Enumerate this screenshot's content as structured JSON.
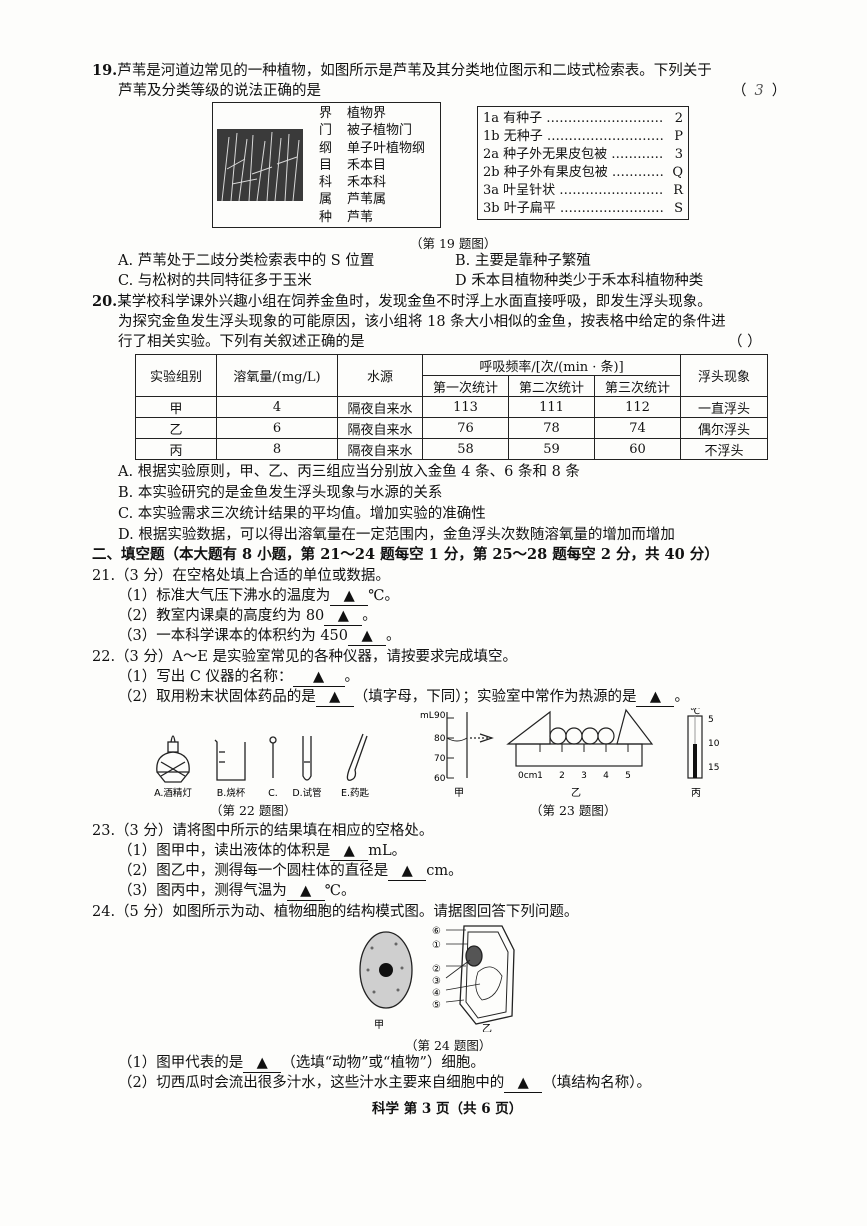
{
  "q19": {
    "num": "19.",
    "line1": "芦苇是河道边常见的一种植物，如图所示是芦苇及其分类地位图示和二歧式检索表。下列关于",
    "line2": "芦苇及分类等级的说法正确的是",
    "paren": "（",
    "paren_answer": "3",
    "paren_close": "）",
    "taxonomy": [
      {
        "rank": "界",
        "name": "植物界"
      },
      {
        "rank": "门",
        "name": "被子植物门"
      },
      {
        "rank": "纲",
        "name": "单子叶植物纲"
      },
      {
        "rank": "目",
        "name": "禾本目"
      },
      {
        "rank": "科",
        "name": "禾本科"
      },
      {
        "rank": "属",
        "name": "芦苇属"
      },
      {
        "rank": "种",
        "name": "芦苇"
      }
    ],
    "key": [
      {
        "text": "1a 有种子 ………………………",
        "code": "2"
      },
      {
        "text": "1b 无种子 ………………………",
        "code": "P"
      },
      {
        "text": "2a 种子外无果皮包被 …………",
        "code": "3"
      },
      {
        "text": "2b 种子外有果皮包被 …………",
        "code": "Q"
      },
      {
        "text": "3a 叶呈针状 ……………………",
        "code": "R"
      },
      {
        "text": "3b 叶子扁平 ……………………",
        "code": "S"
      }
    ],
    "caption": "（第 19 题图）",
    "optA": "A. 芦苇处于二歧分类检索表中的 S 位置",
    "optB": "B. 主要是靠种子繁殖",
    "optC": "C. 与松树的共同特征多于玉米",
    "optD": "D  禾本目植物种类少于禾本科植物种类"
  },
  "q20": {
    "num": "20.",
    "line1": "某学校科学课外兴趣小组在饲养金鱼时，发现金鱼不时浮上水面直接呼吸，即发生浮头现象。",
    "line2": "为探究金鱼发生浮头现象的可能原因，该小组将 18 条大小相似的金鱼，按表格中给定的条件进",
    "line3": "行了相关实验。下列有关叙述正确的是",
    "paren": "（        ）",
    "table": {
      "h_group": "实验组别",
      "h_oxygen": "溶氧量/(mg/L)",
      "h_water": "水源",
      "h_freq": "呼吸频率/[次/(min · 条)]",
      "h_c1": "第一次统计",
      "h_c2": "第二次统计",
      "h_c3": "第三次统计",
      "h_float": "浮头现象",
      "rows": [
        {
          "group": "甲",
          "oxygen": "4",
          "water": "隔夜自来水",
          "c1": "113",
          "c2": "111",
          "c3": "112",
          "float": "一直浮头"
        },
        {
          "group": "乙",
          "oxygen": "6",
          "water": "隔夜自来水",
          "c1": "76",
          "c2": "78",
          "c3": "74",
          "float": "偶尔浮头"
        },
        {
          "group": "丙",
          "oxygen": "8",
          "water": "隔夜自来水",
          "c1": "58",
          "c2": "59",
          "c3": "60",
          "float": "不浮头"
        }
      ]
    },
    "optA": "A. 根据实验原则，甲、乙、丙三组应当分别放入金鱼 4 条、6 条和 8 条",
    "optB": "B. 本实验研究的是金鱼发生浮头现象与水源的关系",
    "optC": "C. 本实验需求三次统计结果的平均值。增加实验的准确性",
    "optD": "D. 根据实验数据，可以得出溶氧量在一定范围内，金鱼浮头次数随溶氧量的增加而增加"
  },
  "section2": "二、填空题（本大题有 8 小题，第 21～24 题每空 1 分，第 25～28 题每空 2 分，共 40 分）",
  "q21": {
    "line0": "21.（3 分）在空格处填上合适的单位或数据。",
    "p1a": "（1）标准大气压下沸水的温度为",
    "p1b": "℃。",
    "p2a": "（2）教室内课桌的高度约为 80",
    "p2b": "。",
    "p3a": "（3）一本科学课本的体积约为 450",
    "p3b": "。"
  },
  "q22": {
    "line0": "22.（3 分）A～E 是实验室常见的各种仪器，请按要求完成填空。",
    "p1a": "（1）写出 C 仪器的名称：",
    "p1b": "。",
    "p2a": "（2）取用粉末状固体药品的是",
    "p2b": "（填字母，下同）；实验室中常作为热源的是",
    "p2c": "。",
    "labels": [
      "A.酒精灯",
      "B.烧杯",
      "C.",
      "D.试管",
      "E.药匙"
    ],
    "caption": "（第 22 题图）"
  },
  "q23fig": {
    "cyl_label": "mL",
    "cyl_ticks": [
      "90",
      "80",
      "70",
      "60"
    ],
    "ruler_unit": "0cm",
    "ruler_ticks": [
      "1",
      "2",
      "3",
      "4",
      "5"
    ],
    "thermo_unit": "℃",
    "thermo_ticks": [
      "5",
      "10",
      "15"
    ],
    "l_jia": "甲",
    "l_yi": "乙",
    "l_bing": "丙",
    "caption": "（第 23 题图）"
  },
  "q23": {
    "line0": "23.（3 分）请将图中所示的结果填在相应的空格处。",
    "p1a": "（1）图甲中，读出液体的体积是",
    "p1b": "mL。",
    "p2a": "（2）图乙中，测得每一个圆柱体的直径是",
    "p2b": "cm。",
    "p3a": "（3）图丙中，测得气温为",
    "p3b": "℃。"
  },
  "q24": {
    "line0": "24.（5 分）如图所示为动、植物细胞的结构模式图。请据图回答下列问题。",
    "marks": [
      "⑥",
      "①",
      "②",
      "③",
      "④",
      "⑤"
    ],
    "l_jia": "甲",
    "l_yi": "乙",
    "caption": "（第 24 题图）",
    "p1a": "（1）图甲代表的是",
    "p1b": "（选填“动物”或“植物”）细胞。",
    "p2a": "（2）切西瓜时会流出很多汁水，这些汁水主要来自细胞中的",
    "p2b": "（填结构名称）。"
  },
  "blank_mark": "▲",
  "footer": "科学  第 3 页（共 6 页）"
}
